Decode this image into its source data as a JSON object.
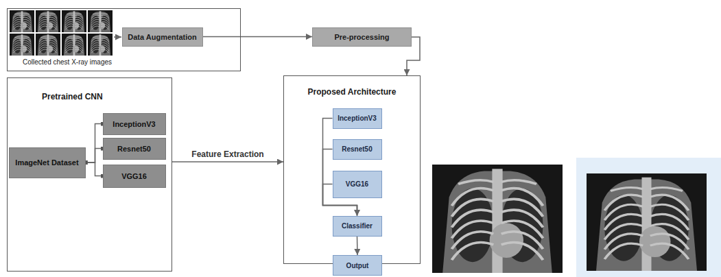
{
  "diagram": {
    "nodes": [
      {
        "text": [
          "Collected chest X-ray images"
        ]
      },
      {
        "text": [
          "Data Augmentation"
        ],
        "in": 0
      },
      {
        "text": [
          "Pre-processing"
        ]
      },
      {
        "text": [
          "Pretrained CNN"
        ]
      },
      {
        "text": [
          "ImageNet Dataset"
        ],
        "in": 3
      },
      {
        "text": [
          "InceptionV3"
        ],
        "in": 3
      },
      {
        "text": [
          "Resnet50"
        ],
        "in": 3
      },
      {
        "text": [
          "VGG16"
        ],
        "in": 3
      },
      {
        "text": [
          "Proposed Architecture"
        ]
      },
      {
        "text": [
          "InceptionV3"
        ],
        "in": 8
      },
      {
        "text": [
          "Resnet50"
        ],
        "in": 8
      },
      {
        "text": [
          "VGG16"
        ],
        "in": 8
      },
      {
        "text": [
          "Classifier"
        ],
        "in": 8
      },
      {
        "text": [
          "Output"
        ]
      }
    ],
    "edges": [
      {
        "from": 1,
        "to": 2,
        "arrow": "to"
      },
      {
        "from": 2,
        "to": 8,
        "arrow": "to"
      },
      {
        "from": 4,
        "to": 5,
        "arrow": "none"
      },
      {
        "from": 4,
        "to": 6,
        "arrow": "none"
      },
      {
        "from": 4,
        "to": 7,
        "arrow": "none"
      },
      {
        "from": 3,
        "to": 8,
        "label": "Feature Extraction",
        "arrow": "to"
      },
      {
        "from": 9,
        "to": 12,
        "arrow": "to"
      },
      {
        "from": 10,
        "to": 12,
        "arrow": "to"
      },
      {
        "from": 11,
        "to": 12,
        "arrow": "to"
      },
      {
        "from": 12,
        "to": 13,
        "arrow": "to"
      }
    ]
  }
}
